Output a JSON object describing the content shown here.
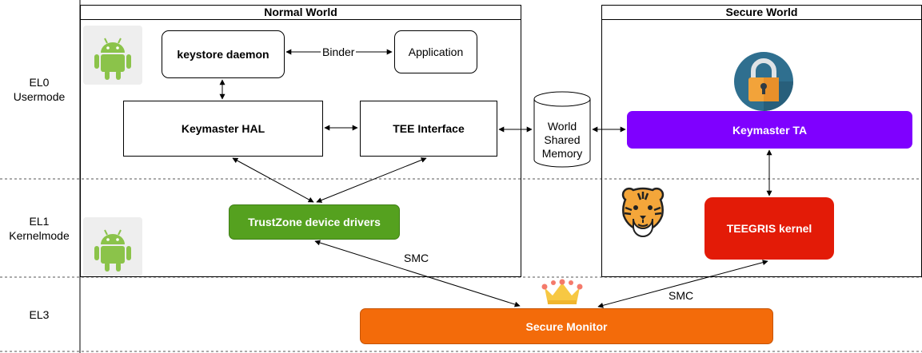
{
  "rows": {
    "el0": {
      "label": "EL0",
      "sublabel": "Usermode"
    },
    "el1": {
      "label": "EL1",
      "sublabel": "Kernelmode"
    },
    "el3": {
      "label": "EL3"
    }
  },
  "normal_world": {
    "title": "Normal World"
  },
  "secure_world": {
    "title": "Secure World"
  },
  "components": {
    "keystore_daemon": "keystore daemon",
    "application": "Application",
    "keymaster_hal": "Keymaster HAL",
    "tee_interface": "TEE Interface",
    "world_shared_memory": [
      "World",
      "Shared",
      "Memory"
    ],
    "keymaster_ta": "Keymaster TA",
    "trustzone_drivers": "TrustZone device drivers",
    "teegris_kernel": "TEEGRIS kernel",
    "secure_monitor": "Secure Monitor"
  },
  "edge_labels": {
    "binder": "Binder",
    "smc_left": "SMC",
    "smc_right": "SMC"
  },
  "colors": {
    "keymaster_ta": "#7f00ff",
    "trustzone_drivers": "#55a11f",
    "teegris_kernel": "#e31b07",
    "secure_monitor": "#f36b0a",
    "android_green": "#8bc34a",
    "android_bg": "#eeeeee",
    "lock_circle": "#2f6f8f",
    "lock_body": "#f2a33a",
    "crown": "#f7c843"
  },
  "icons": [
    "android-icon",
    "android-icon",
    "padlock-icon",
    "tiger-icon",
    "crown-icon"
  ]
}
